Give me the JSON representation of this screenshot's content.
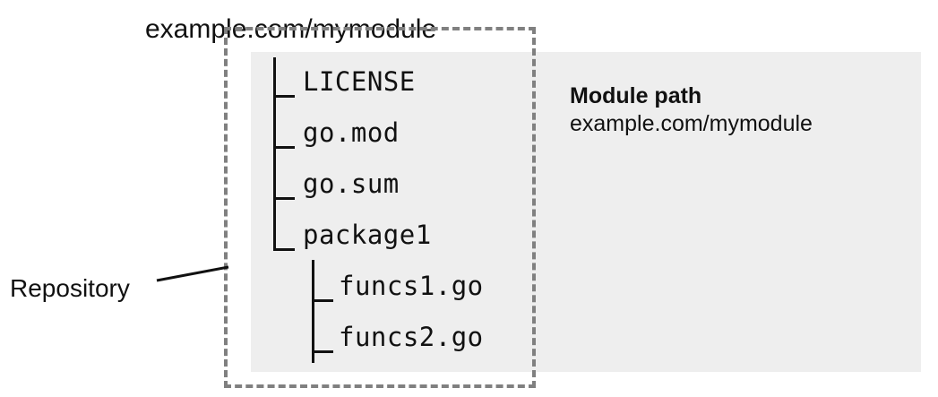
{
  "diagram": {
    "title": "example.com/mymodule",
    "repository_label": "Repository",
    "colors": {
      "panel_background": "#eeeeee",
      "dashed_border": "#808080",
      "text": "#111111",
      "page_background": "#ffffff"
    }
  },
  "file_tree": {
    "rows": [
      {
        "connector": "tee",
        "label": "LICENSE",
        "level": 1
      },
      {
        "connector": "tee",
        "label": "go.mod",
        "level": 1
      },
      {
        "connector": "tee",
        "label": "go.sum",
        "level": 1
      },
      {
        "connector": "elbow",
        "label": "package1",
        "level": 1
      },
      {
        "connector": "tee",
        "label": "funcs1.go",
        "level": 2
      },
      {
        "connector": "elbow",
        "label": "funcs2.go",
        "level": 2
      }
    ]
  },
  "annotation": {
    "title": "Module path",
    "value": "example.com/mymodule"
  }
}
